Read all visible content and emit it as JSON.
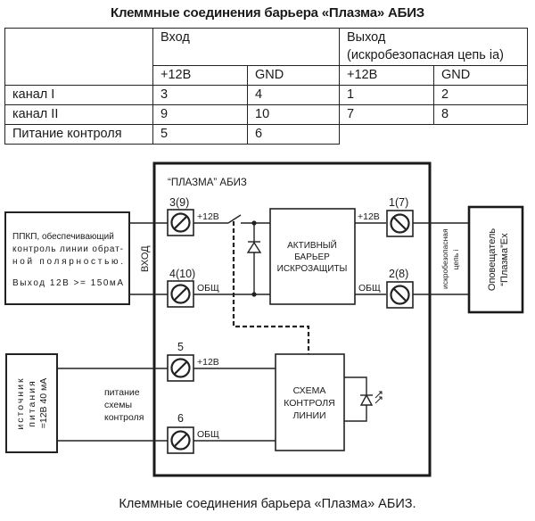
{
  "title": "Клеммные соединения барьера «Плазма» АБИЗ",
  "table": {
    "group_headers": {
      "input": "Вход",
      "output_line1": "Выход",
      "output_line2": "(искробезопасная цепь ia)"
    },
    "sub_headers": [
      "+12В",
      "GND",
      "+12В",
      "GND"
    ],
    "rows": [
      {
        "label": "канал I",
        "cells": [
          "3",
          "4",
          "1",
          "2"
        ]
      },
      {
        "label": "канал II",
        "cells": [
          "9",
          "10",
          "7",
          "8"
        ]
      },
      {
        "label": "Питание контроля",
        "cells": [
          "5",
          "6"
        ]
      }
    ]
  },
  "diagram": {
    "device_title": "“ПЛАЗМА” АБИЗ",
    "input_label": "ВХОД",
    "ppkp_box": {
      "lines": [
        "ППКП, обеспечивающий",
        "контроль линии обрат-",
        "ной полярностью.",
        "",
        "Выход 12В >= 150мА"
      ]
    },
    "power_box": {
      "lines": [
        "источник",
        "питания",
        "=12В 40 мА"
      ]
    },
    "control_power_label": [
      "питание",
      "схемы",
      "контроля"
    ],
    "terminals": {
      "t3": "3(9)",
      "t4": "4(10)",
      "t5": "5",
      "t6": "6",
      "t1": "1(7)",
      "t2": "2(8)"
    },
    "polarity": {
      "plus": "+12В",
      "common": "ОБЩ"
    },
    "barrier_box": [
      "АКТИВНЫЙ",
      "БАРЬЕР",
      "ИСКРОЗАЩИТЫ"
    ],
    "control_box": [
      "СХЕМА",
      "КОНТРОЛЯ",
      "ЛИНИИ"
    ],
    "safe_circuit_label": [
      "искробезопасная",
      "цепь i"
    ],
    "annunciator_box": [
      "Оповещатель",
      "“Плазма”Ex"
    ]
  },
  "caption": "Клеммные соединения барьера «Плазма» АБИЗ."
}
